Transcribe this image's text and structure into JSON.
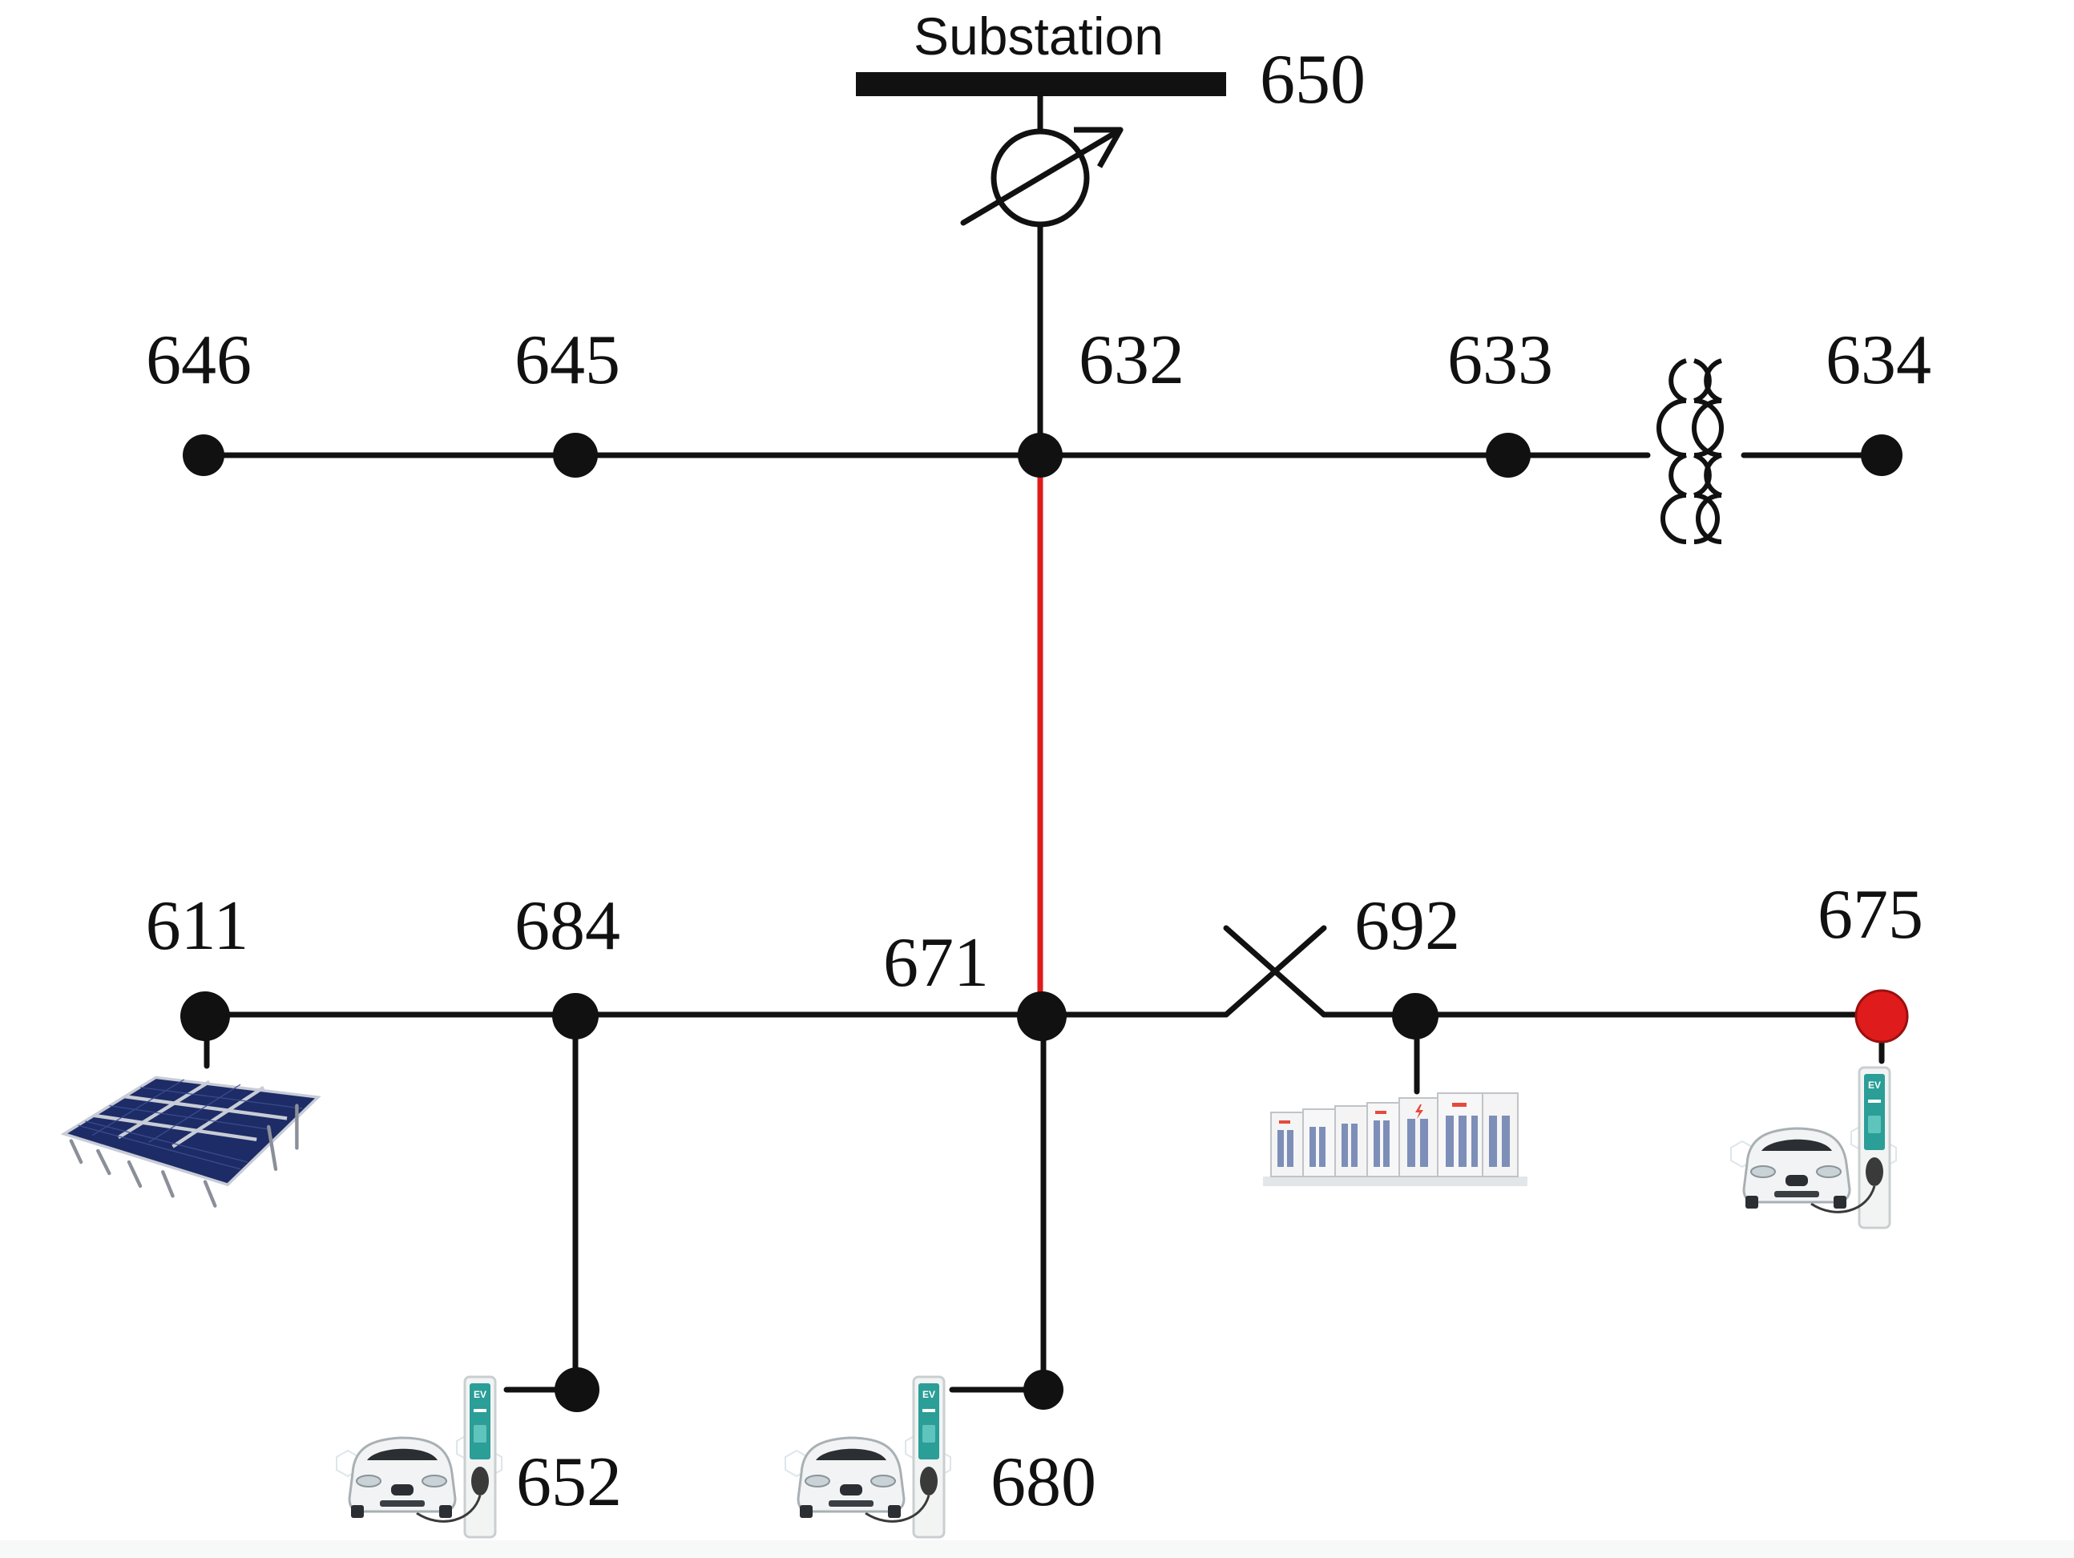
{
  "substation": {
    "label": "Substation"
  },
  "buses": {
    "b650": "650",
    "b646": "646",
    "b645": "645",
    "b632": "632",
    "b633": "633",
    "b634": "634",
    "b611": "611",
    "b684": "684",
    "b671": "671",
    "b692": "692",
    "b675": "675",
    "b652": "652",
    "b680": "680"
  },
  "charger": {
    "sign": "EV"
  },
  "colors": {
    "line": "#111111",
    "highlight_line": "#e01b1b",
    "highlight_node": "#e01b1b"
  },
  "icons": {
    "substation_bus": "busbar",
    "regulator": "voltage-regulator-icon",
    "transformer": "transformer-icon",
    "switch": "open-switch-icon",
    "pv": "solar-panel-icon",
    "battery": "battery-storage-icon",
    "ev": "ev-charger-icon"
  }
}
